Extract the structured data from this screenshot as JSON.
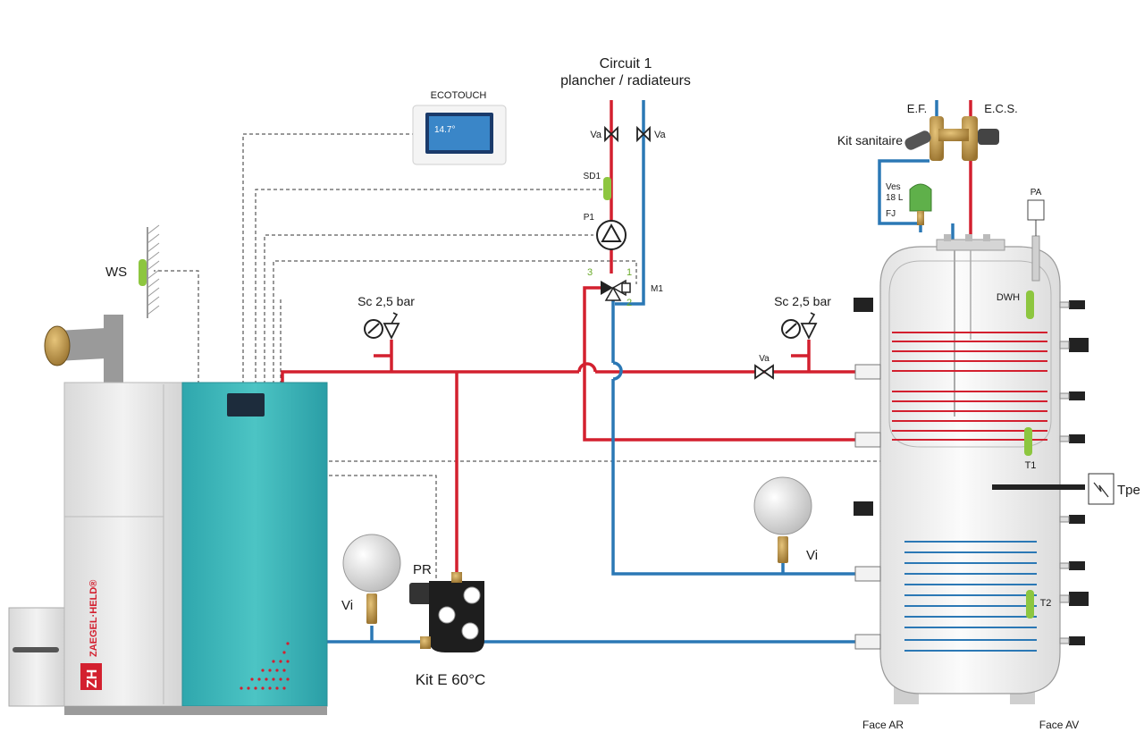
{
  "labels": {
    "circuit_line1": "Circuit 1",
    "circuit_line2": "plancher / radiateurs",
    "ecotouch": "ECOTOUCH",
    "ef": "E.F.",
    "ecs": "E.C.S.",
    "kit_sanitaire": "Kit sanitaire",
    "ves": "Ves",
    "ves_volume": "18 L",
    "fj": "FJ",
    "pa": "PA",
    "va_left": "Va",
    "va_right": "Va",
    "va_return": "Va",
    "sd1": "SD1",
    "p1": "P1",
    "m1": "M1",
    "way3": "3",
    "way1": "1",
    "way2": "2",
    "ws": "WS",
    "sc_left": "Sc 2,5 bar",
    "sc_right": "Sc 2,5 bar",
    "dwh": "DWH",
    "t1": "T1",
    "t2": "T2",
    "tpe": "Tpe",
    "vi_right": "Vi",
    "vi_left": "Vi",
    "pr": "PR",
    "kit_e": "Kit E 60°C",
    "face_ar": "Face AR",
    "face_av": "Face AV",
    "boiler_brand": "ZAEGEL·HELD®",
    "boiler_logo": "ZH",
    "screen_temp": "14.7°"
  },
  "colors": {
    "hot_pipe": "#d3202f",
    "cold_pipe": "#2b78b5",
    "sensor": "#8dc63f",
    "label_green": "#6aaa2a",
    "boiler_teal": "#3fb8bb",
    "boiler_grey": "#e8e8e8"
  }
}
